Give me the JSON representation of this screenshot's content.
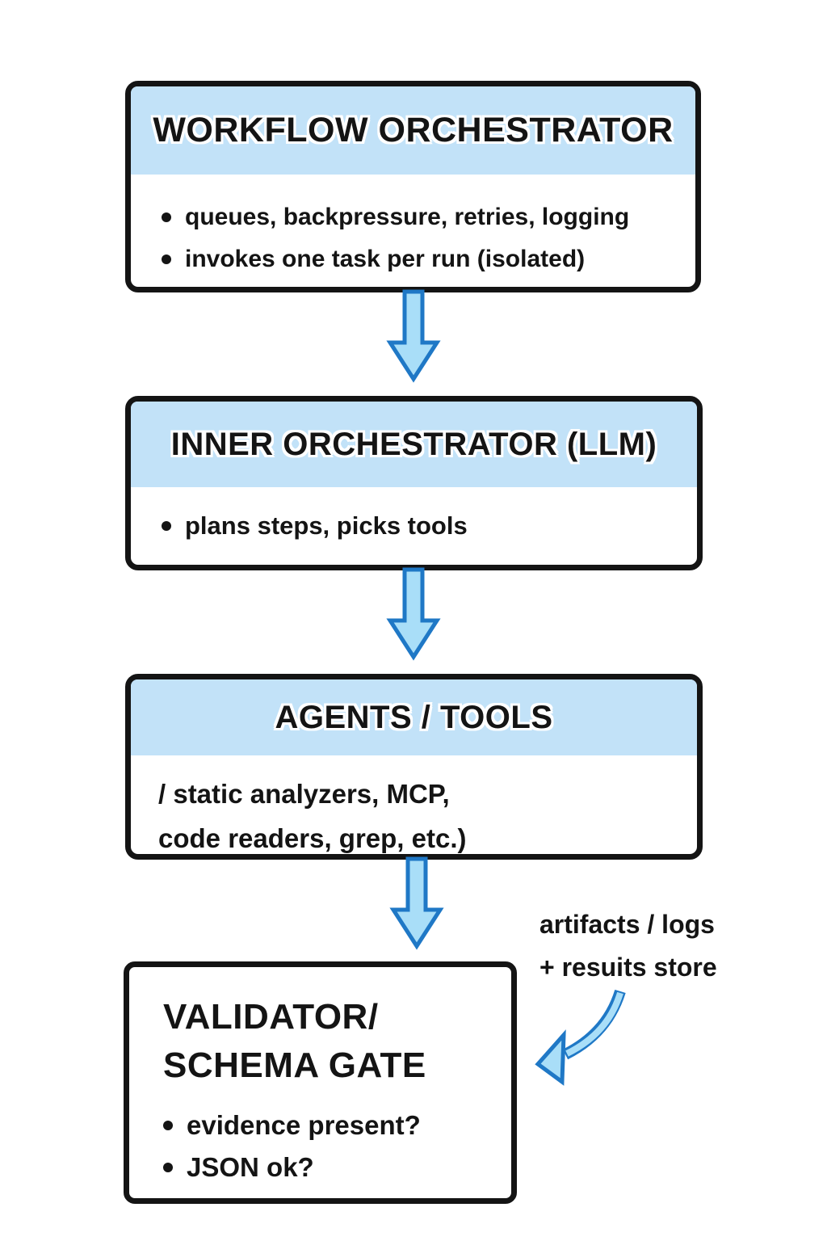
{
  "colors": {
    "ink": "#141414",
    "paper": "#ffffff",
    "band": "#c2e2f8",
    "arrow_fill": "#a9def8",
    "arrow_stroke": "#1f78c6"
  },
  "icons": {
    "flow_arrow": "down-arrow",
    "feedback_arrow": "curved-arrow-down-left"
  },
  "nodes": [
    {
      "id": "workflow-orchestrator",
      "title": "WORKFLOW ORCHESTRATOR",
      "items": [
        "queues, backpressure, retries, logging",
        "invokes one task per run (isolated)"
      ]
    },
    {
      "id": "inner-orchestrator",
      "title": "INNER ORCHESTRATOR (LLM)",
      "items": [
        "plans steps, picks tools"
      ]
    },
    {
      "id": "agents-tools",
      "title": "AGENTS / TOOLS",
      "lines": [
        "/ static analyzers, MCP,",
        "code readers, grep, etc.)"
      ]
    },
    {
      "id": "validator-schema-gate",
      "title_line1": "VALIDATOR/",
      "title_line2": "SCHEMA GATE",
      "items": [
        "evidence present?",
        "JSON ok?"
      ]
    }
  ],
  "annotation": {
    "line1": "artifacts / logs",
    "line2": "+ resuits store"
  }
}
